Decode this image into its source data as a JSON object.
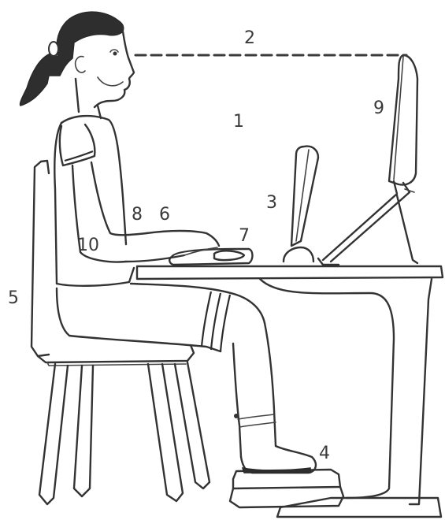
{
  "figure": {
    "callouts": [
      {
        "id": "1",
        "label": "1"
      },
      {
        "id": "2",
        "label": "2"
      },
      {
        "id": "3",
        "label": "3"
      },
      {
        "id": "4",
        "label": "4"
      },
      {
        "id": "5",
        "label": "5"
      },
      {
        "id": "6",
        "label": "6"
      },
      {
        "id": "7",
        "label": "7"
      },
      {
        "id": "8",
        "label": "8"
      },
      {
        "id": "9",
        "label": "9"
      },
      {
        "id": "10",
        "label": "10"
      }
    ],
    "colors": {
      "ink": "#333333",
      "paper": "#ffffff",
      "hair": "#2e2e2e"
    },
    "icons": [
      "chair-icon",
      "desk-icon",
      "monitor-icon",
      "laptop-stand-icon",
      "laptop-icon",
      "keyboard-icon",
      "mouse-icon",
      "footrest-icon",
      "person-icon"
    ]
  }
}
